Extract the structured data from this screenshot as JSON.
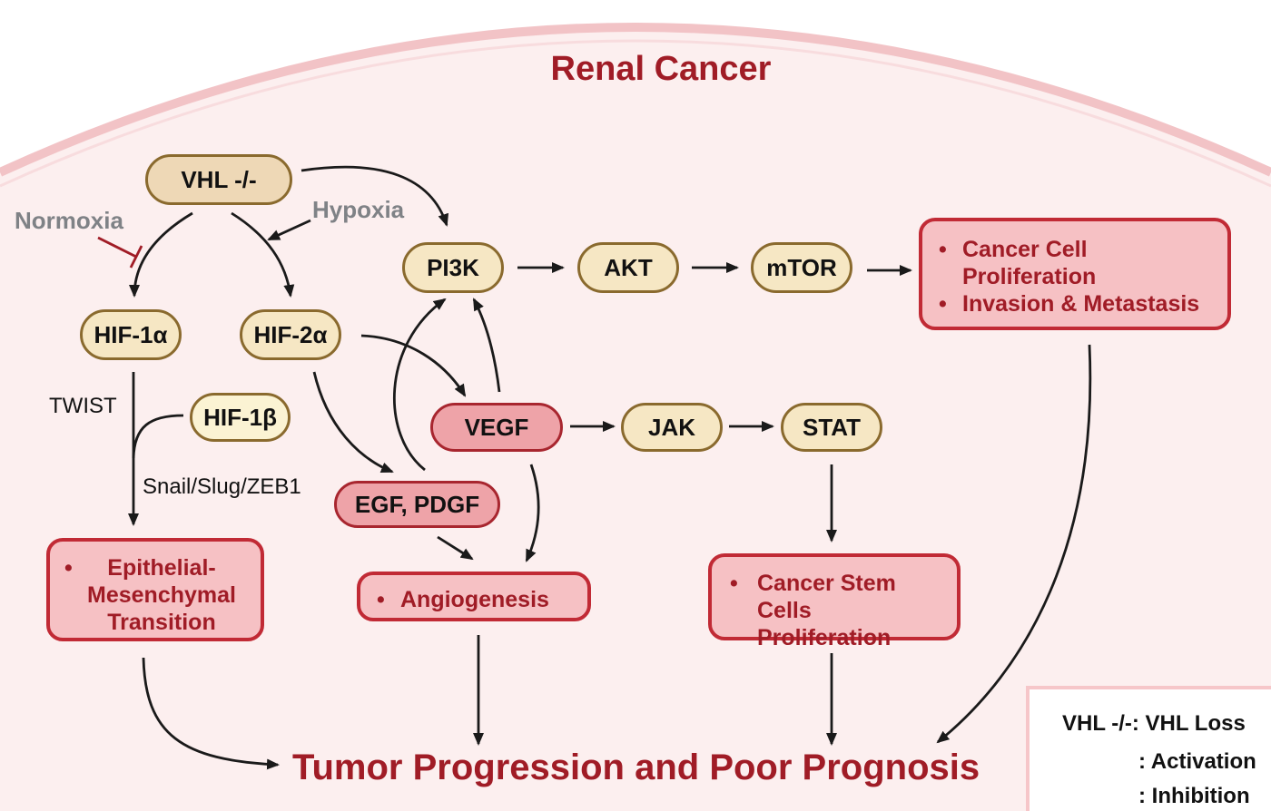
{
  "title": "Renal Cancer",
  "nodes": {
    "vhl": "VHL -/-",
    "hif1a": "HIF-1α",
    "hif2a": "HIF-2α",
    "hif1b": "HIF-1β",
    "pi3k": "PI3K",
    "akt": "AKT",
    "mtor": "mTOR",
    "vegf": "VEGF",
    "jak": "JAK",
    "stat": "STAT",
    "egf_pdgf": "EGF, PDGF"
  },
  "labels": {
    "normoxia": "Normoxia",
    "hypoxia": "Hypoxia",
    "twist": "TWIST",
    "snail": "Snail/Slug/ZEB1"
  },
  "boxes": {
    "proliferation": [
      "Cancer Cell Proliferation",
      "Invasion & Metastasis"
    ],
    "emt": "Epithelial-Mesenchymal Transition",
    "angiogenesis": "Angiogenesis",
    "stem": "Cancer Stem Cells Proliferation"
  },
  "outcome": "Tumor Progression and Poor Prognosis",
  "legend": {
    "vhl_def": "VHL -/-: VHL Loss",
    "activation": ": Activation",
    "inhibition": ": Inhibition"
  },
  "colors": {
    "background": "#fcefef",
    "cell_border": "#f2c3c6",
    "accent_red": "#a01c26",
    "box_fill": "#f6c1c4",
    "node_fill": "#f6e7c4"
  }
}
